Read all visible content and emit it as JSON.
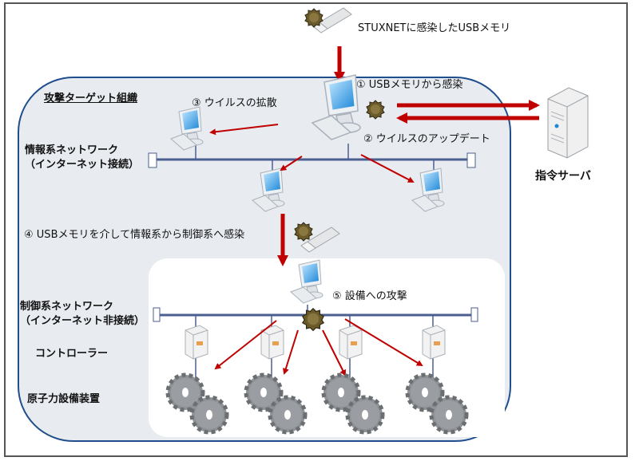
{
  "diagram": {
    "title": "攻撃ターゲット組織",
    "usb_source_label": "STUXNETに感染したUSBメモリ",
    "command_server_label": "指令サーバ",
    "networks": {
      "info": {
        "line1": "情報系ネットワーク",
        "line2": "（インターネット接続）"
      },
      "control": {
        "line1": "制御系ネットワーク",
        "line2": "（インターネット非接続）"
      }
    },
    "row_labels": {
      "controllers": "コントローラー",
      "equipment": "原子力設備装置"
    },
    "steps": [
      {
        "num": "①",
        "text": "USBメモリから感染"
      },
      {
        "num": "②",
        "text": "ウイルスのアップデート"
      },
      {
        "num": "③",
        "text": "ウイルスの拡散"
      },
      {
        "num": "④",
        "text": "USBメモリを介して情報系から制御系へ感染"
      },
      {
        "num": "⑤",
        "text": "設備への攻撃"
      }
    ],
    "colors": {
      "arrow": "#c00000",
      "network_line": "#4a5f8f",
      "org_border": "#1f4e8c",
      "org_fill": "#e8ecf1",
      "virus": "#6b5a2a"
    }
  }
}
